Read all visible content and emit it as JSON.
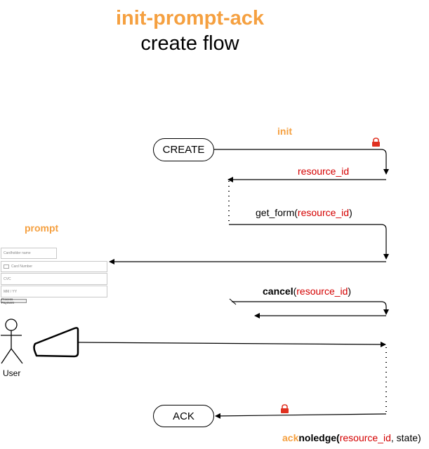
{
  "header": {
    "title": "init-prompt-ack",
    "subtitle": "create flow"
  },
  "nodes": {
    "create": "CREATE",
    "ack": "ACK",
    "user": "User"
  },
  "labels": {
    "init": "init",
    "prompt": "prompt",
    "resource_id_return": "resource_id",
    "get_form_fn": "get_form",
    "get_form_arg": "resource_id",
    "cancel_fn": "cancel",
    "cancel_arg": "resource_id",
    "ack_prefix": "ack",
    "ack_suffix": "noledge",
    "ack_arg": "resource_id",
    "ack_rest": ", state)",
    "open_paren": "(",
    "close_paren": ")"
  },
  "payment_form": {
    "cardholder_placeholder": "Cardholder name",
    "card_number_placeholder": "Card Number",
    "cvc_placeholder": "CVC",
    "expiry_placeholder": "MM / YY",
    "submit_label": "Process Payment"
  },
  "colors": {
    "accent": "#f5a040",
    "param": "#d40000",
    "lock": "#e03020",
    "line": "#000000"
  },
  "icons": [
    "lock-icon",
    "user-icon",
    "card-icon"
  ]
}
